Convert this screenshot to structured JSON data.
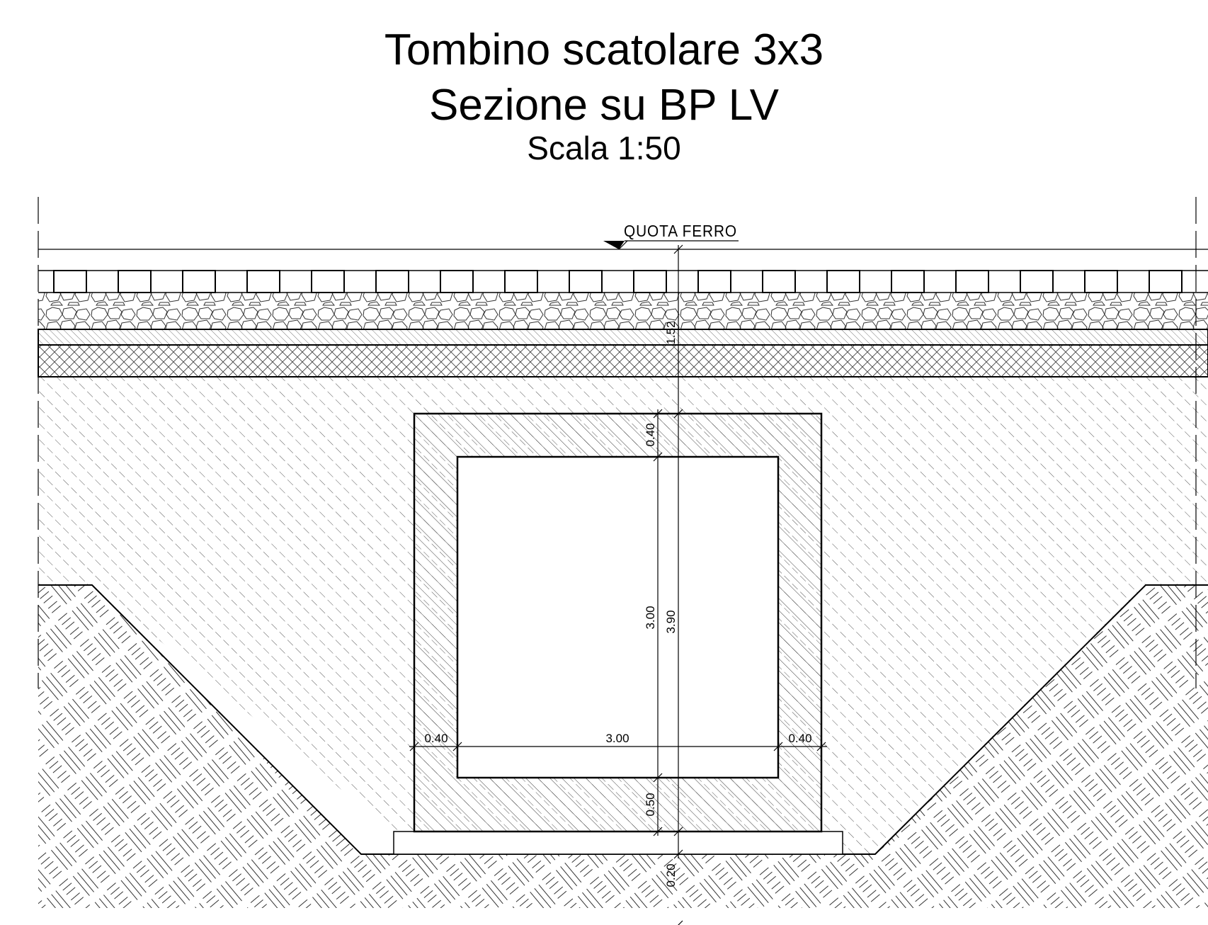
{
  "title": {
    "line1": "Tombino scatolare 3x3",
    "line2": "Sezione su BP LV",
    "scale": "Scala 1:50"
  },
  "labels": {
    "rail_level": "QUOTA FERRO"
  },
  "dimensions": {
    "cover_depth": "1.52",
    "top_slab": "0.40",
    "inner_height": "3.00",
    "outer_height": "3.90",
    "bottom_slab": "0.50",
    "lean_concrete": "0.20",
    "left_wall": "0.40",
    "inner_width": "3.00",
    "right_wall": "0.40"
  }
}
